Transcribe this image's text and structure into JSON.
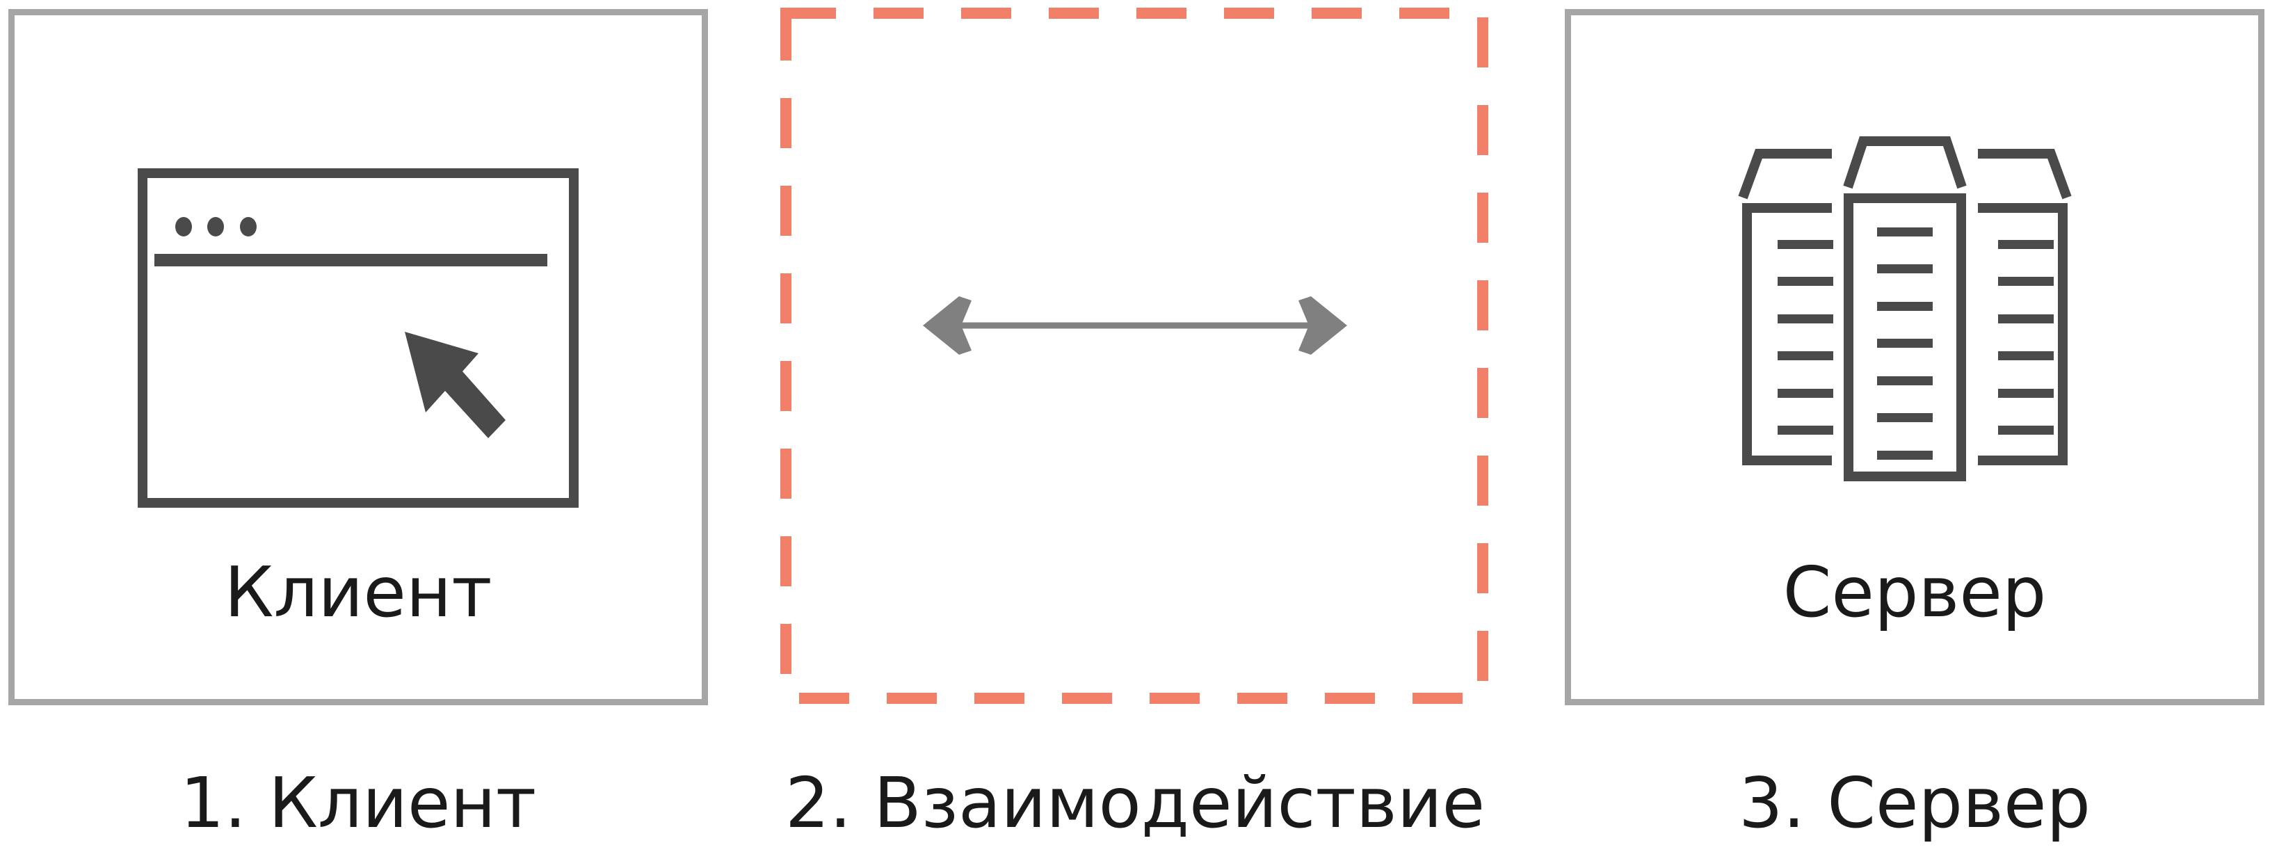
{
  "panels": {
    "client": {
      "label": "Клиент",
      "icon": "browser-window-cursor-icon"
    },
    "interaction": {
      "icon": "double-arrow-icon"
    },
    "server": {
      "label": "Сервер",
      "icon": "server-towers-icon"
    }
  },
  "captions": [
    "1. Клиент",
    "2. Взаимодействие",
    "3. Сервер"
  ],
  "colors": {
    "panel_border": "#a6a6a6",
    "highlight_dashed": "#f28068",
    "icon": "#4a4a4a",
    "arrow": "#808080"
  }
}
